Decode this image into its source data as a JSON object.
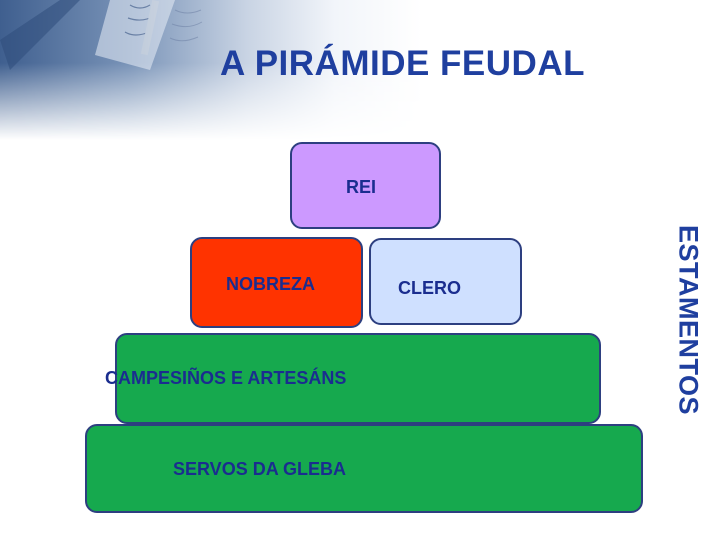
{
  "slide": {
    "title": "A PIRÁMIDE FEUDAL",
    "side_label": "ESTAMENTOS"
  },
  "pyramid": {
    "levels": [
      {
        "label": "REI",
        "color": "#cc99ff"
      },
      {
        "label": "NOBREZA",
        "color": "#ff3300"
      },
      {
        "label": "CLERO",
        "color": "#cfe0ff"
      },
      {
        "label": "CAMPESIÑOS E ARTESÁNS",
        "color": "#16a94e"
      },
      {
        "label": "SERVOS DA GLEBA",
        "color": "#16a94e"
      }
    ]
  },
  "theme": {
    "title_color": "#1f3f9f",
    "label_color": "#1a2d8f",
    "border_color": "#2d3f80"
  }
}
